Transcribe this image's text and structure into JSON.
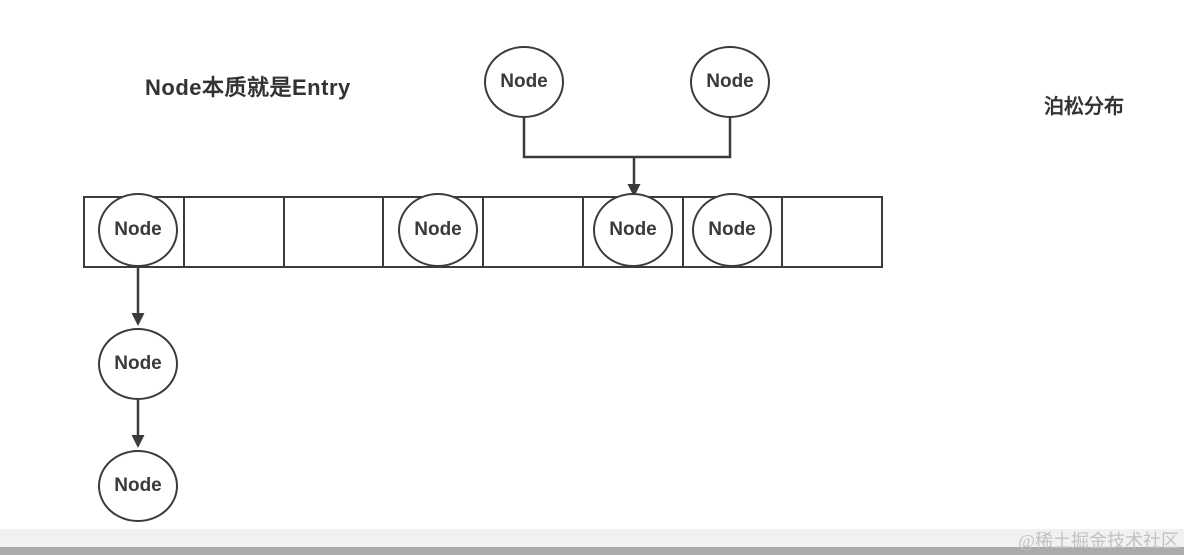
{
  "title": "Node本质就是Entry",
  "annotation": "泊松分布",
  "watermark": "@稀土掘金技术社区",
  "colors": {
    "stroke": "#3b3b3b",
    "text": "#333333",
    "watermark": "#c3c0c0",
    "footer_light": "#f1f1f1",
    "footer_dark": "#ababab"
  },
  "diagram": {
    "top_nodes": [
      {
        "label": "Node"
      },
      {
        "label": "Node"
      }
    ],
    "array": {
      "cell_count": 8,
      "cells": [
        {
          "label": "Node"
        },
        {
          "label": ""
        },
        {
          "label": ""
        },
        {
          "label": "Node"
        },
        {
          "label": ""
        },
        {
          "label": "Node"
        },
        {
          "label": "Node"
        },
        {
          "label": ""
        }
      ]
    },
    "chain_nodes": [
      {
        "label": "Node"
      },
      {
        "label": "Node"
      }
    ]
  }
}
